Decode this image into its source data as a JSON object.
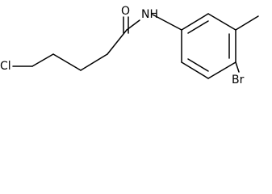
{
  "molecule": {
    "atoms": {
      "oxygen": "O",
      "nitrogen_hydrogen": "NH",
      "chlorine": "Cl",
      "bromine": "Br"
    },
    "colors": {
      "bond": "#000000",
      "background": "#ffffff"
    }
  }
}
